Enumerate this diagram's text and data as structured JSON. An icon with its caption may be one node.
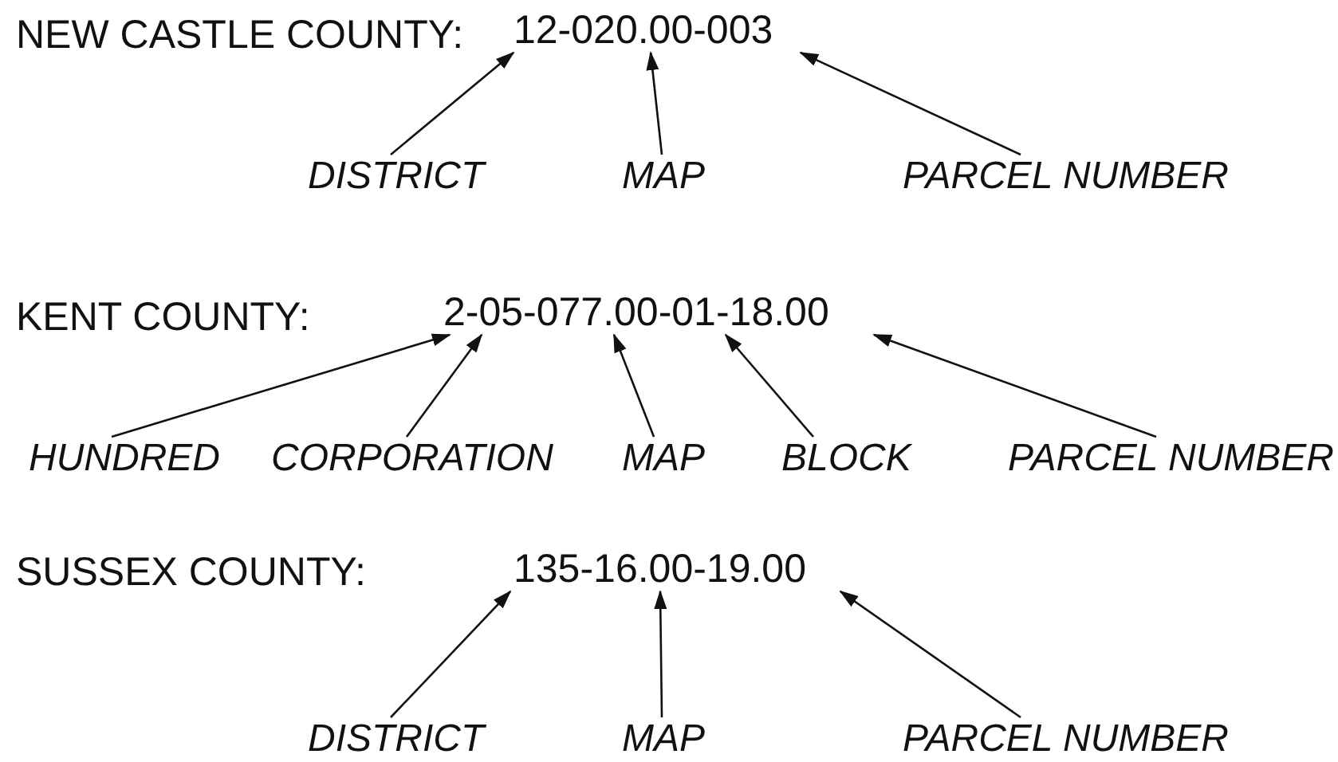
{
  "diagram": {
    "nodes": [
      {
        "text": [
          "12-020.00-003"
        ]
      },
      {
        "text": [
          "DISTRICT"
        ]
      },
      {
        "text": [
          "MAP"
        ]
      },
      {
        "text": [
          "PARCEL NUMBER"
        ]
      },
      {
        "text": [
          "2-05-077.00-01-18.00"
        ]
      },
      {
        "text": [
          "HUNDRED"
        ]
      },
      {
        "text": [
          "CORPORATION"
        ]
      },
      {
        "text": [
          "MAP"
        ]
      },
      {
        "text": [
          "BLOCK"
        ]
      },
      {
        "text": [
          "PARCEL NUMBER"
        ]
      },
      {
        "text": [
          "135-16.00-19.00"
        ]
      },
      {
        "text": [
          "DISTRICT"
        ]
      },
      {
        "text": [
          "MAP"
        ]
      },
      {
        "text": [
          "PARCEL NUMBER"
        ]
      }
    ],
    "edges": [
      {
        "from": 1,
        "to": 0,
        "arrow": "to"
      },
      {
        "from": 2,
        "to": 0,
        "arrow": "to"
      },
      {
        "from": 3,
        "to": 0,
        "arrow": "to"
      },
      {
        "from": 5,
        "to": 4,
        "arrow": "to"
      },
      {
        "from": 6,
        "to": 4,
        "arrow": "to"
      },
      {
        "from": 7,
        "to": 4,
        "arrow": "to"
      },
      {
        "from": 8,
        "to": 4,
        "arrow": "to"
      },
      {
        "from": 9,
        "to": 4,
        "arrow": "to"
      },
      {
        "from": 11,
        "to": 10,
        "arrow": "to"
      },
      {
        "from": 12,
        "to": 10,
        "arrow": "to"
      },
      {
        "from": 13,
        "to": 10,
        "arrow": "to"
      }
    ],
    "labels": [
      "NEW CASTLE COUNTY:",
      "KENT COUNTY:",
      "SUSSEX COUNTY:"
    ]
  }
}
